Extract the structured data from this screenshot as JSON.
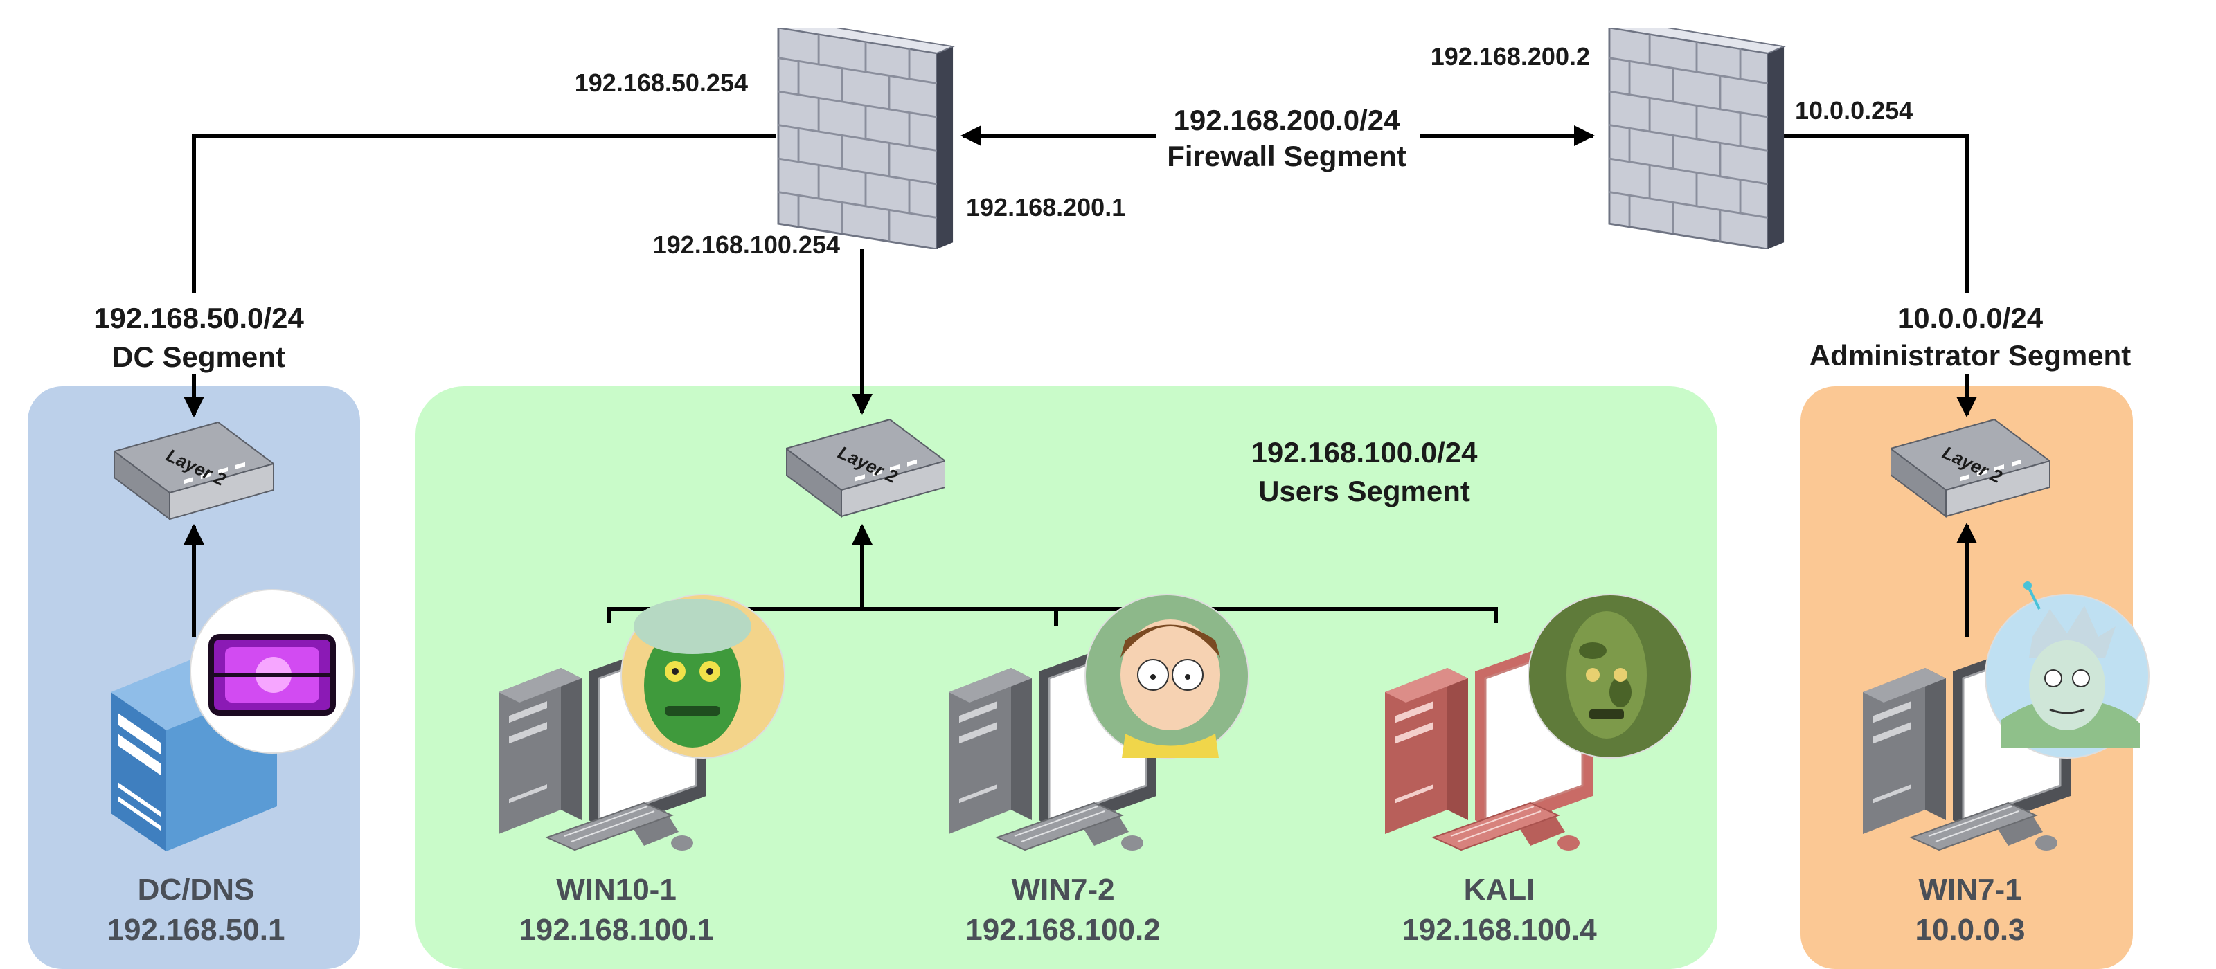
{
  "firewalls": {
    "fw1": {
      "icon": "firewall-icon",
      "ip_dc_side": "192.168.50.254",
      "ip_users_side": "192.168.100.254",
      "ip_fw_side": "192.168.200.1"
    },
    "fw2": {
      "icon": "firewall-icon",
      "ip_fw_side": "192.168.200.2",
      "ip_admin_side": "10.0.0.254"
    }
  },
  "links": {
    "firewall_segment": {
      "subnet": "192.168.200.0/24",
      "name": "Firewall Segment"
    },
    "dc_segment": {
      "subnet": "192.168.50.0/24",
      "name": "DC Segment"
    },
    "admin_segment": {
      "subnet": "10.0.0.0/24",
      "name": "Administrator Segment"
    }
  },
  "zones": {
    "dc": {
      "color": "#bcd0ea"
    },
    "users": {
      "color": "#c9fbc9",
      "subnet": "192.168.100.0/24",
      "name": "Users Segment"
    },
    "admin": {
      "color": "#fbc894"
    }
  },
  "switch_label": "Layer 2",
  "hosts": {
    "dc": {
      "name": "DC/DNS",
      "ip": "192.168.50.1",
      "icon": "server-icon",
      "avatar": "gem-chest-avatar"
    },
    "win10_1": {
      "name": "WIN10-1",
      "ip": "192.168.100.1",
      "icon": "workstation-icon",
      "avatar": "green-alien-avatar"
    },
    "win7_2": {
      "name": "WIN7-2",
      "ip": "192.168.100.2",
      "icon": "workstation-icon",
      "avatar": "boy-avatar"
    },
    "kali": {
      "name": "KALI",
      "ip": "192.168.100.4",
      "icon": "workstation-icon-red",
      "avatar": "camo-alien-avatar"
    },
    "win7_1": {
      "name": "WIN7-1",
      "ip": "10.0.0.3",
      "icon": "workstation-icon",
      "avatar": "scientist-avatar"
    }
  },
  "colors": {
    "host_label": "#4a4f57",
    "server_blue": "#5a9bd5",
    "attacker_red": "#d9756f",
    "wire": "#000000"
  }
}
